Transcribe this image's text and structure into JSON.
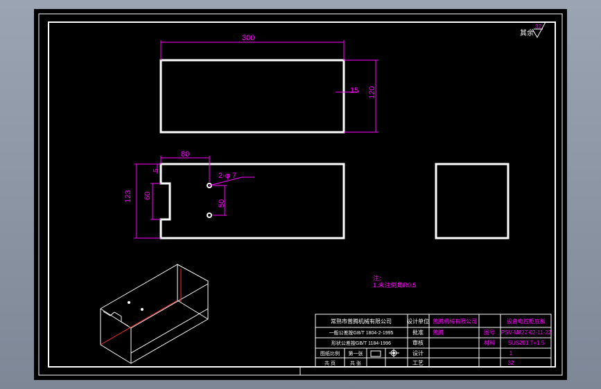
{
  "drawing": {
    "roughness": {
      "label": "其余",
      "value": "32"
    },
    "dims": {
      "width_300": "300",
      "offset_15": "15",
      "height_120": "120",
      "pos_80": "80",
      "step_5": "5",
      "overall_123": "123",
      "notch_60": "60",
      "holes": "2-φ 7",
      "hole_pitch_50": "50"
    },
    "note": {
      "title": "注:",
      "line1": "1.未注倒角R0.5"
    }
  },
  "title_block": {
    "company": "常熟市普腾机械有限公司",
    "tolerance1": "一般公差按GB/T 1804-2-1995",
    "tolerance2": "形状公差按GB/T 1184-1996",
    "labels": [
      "设计单位",
      "批准",
      "审核",
      "设计",
      "工艺"
    ],
    "designer_unit": "普腾机械有限公司",
    "approver": "普腾",
    "part_name": "设备电控柜底板",
    "drawing_no_label": "图号",
    "drawing_no": "PSV-M827-02-11-22",
    "material_label": "材料",
    "material": "SUS201  T=1.5",
    "quantity": "1",
    "scale": "32",
    "bottom_left1": "共   页",
    "bottom_left2": "第一张",
    "page_label": "图纸比例",
    "page_count": "共  张"
  },
  "colors": {
    "line": "#ffffff",
    "dimension": "#ff00ff",
    "hidden": "#ff3030",
    "background": "#000000"
  }
}
